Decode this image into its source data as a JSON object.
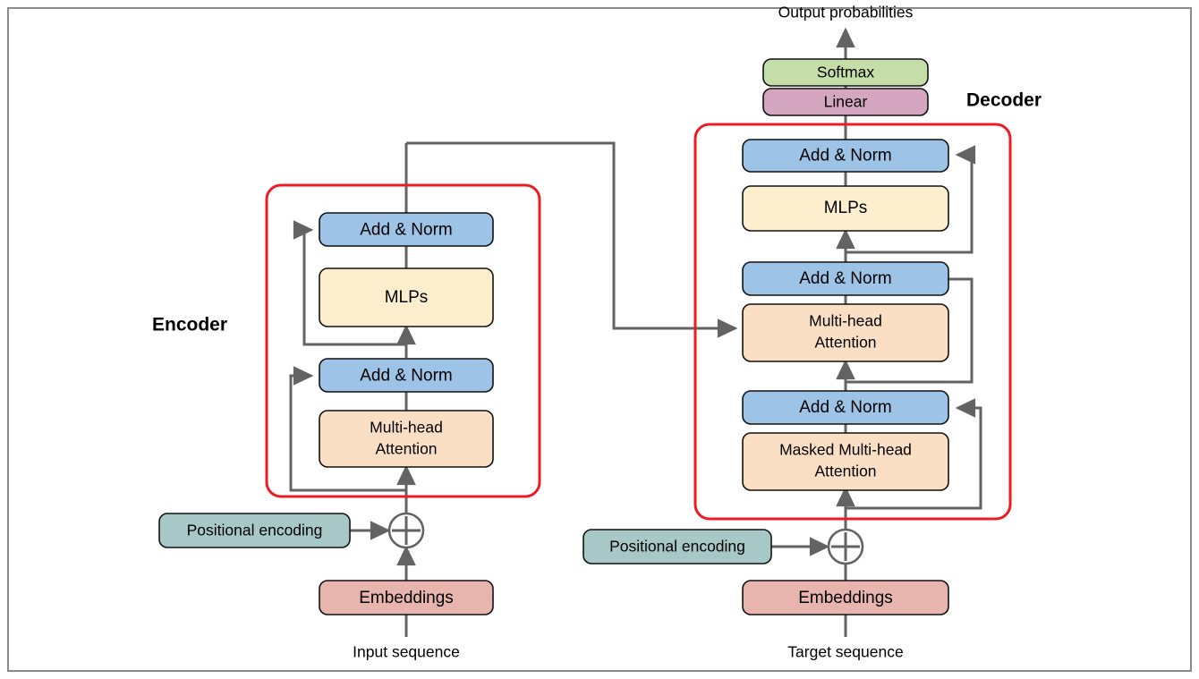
{
  "figure": {
    "title": "Transformer encoder-decoder architecture diagram",
    "background": "#ffffff",
    "frame_color": "#8a8a8a"
  },
  "colors": {
    "add_norm": "#9DC3E6",
    "mlp": "#FDEFCE",
    "attention": "#FADFC5",
    "softmax": "#C5DDA8",
    "linear": "#D4A6C0",
    "positional": "#A8C8C8",
    "embeddings": "#E8B4AE",
    "group_border": "#ED1C24",
    "wire": "#636363",
    "box_border": "#111111",
    "text": "#000000"
  },
  "groups": {
    "encoder": {
      "label": "Encoder"
    },
    "decoder": {
      "label": "Decoder"
    }
  },
  "output": {
    "probabilities_label": "Output probabilities",
    "softmax_label": "Softmax",
    "linear_label": "Linear"
  },
  "encoder": {
    "blocks": [
      {
        "id": "enc-add-norm-2",
        "label": "Add & Norm",
        "type": "add-norm"
      },
      {
        "id": "enc-mlps",
        "label": "MLPs",
        "type": "mlp"
      },
      {
        "id": "enc-add-norm-1",
        "label": "Add & Norm",
        "type": "add-norm"
      },
      {
        "id": "enc-attention",
        "label": "Multi-head\nAttention",
        "line1": "Multi-head",
        "line2": "Attention",
        "type": "attention"
      }
    ],
    "positional_label": "Positional encoding",
    "embeddings_label": "Embeddings",
    "input_label": "Input sequence",
    "sum_symbol": "+"
  },
  "decoder": {
    "blocks": [
      {
        "id": "dec-add-norm-3",
        "label": "Add & Norm",
        "type": "add-norm"
      },
      {
        "id": "dec-mlps",
        "label": "MLPs",
        "type": "mlp"
      },
      {
        "id": "dec-add-norm-2",
        "label": "Add & Norm",
        "type": "add-norm"
      },
      {
        "id": "dec-cross-attention",
        "label": "Multi-head\nAttention",
        "line1": "Multi-head",
        "line2": "Attention",
        "type": "attention"
      },
      {
        "id": "dec-add-norm-1",
        "label": "Add & Norm",
        "type": "add-norm"
      },
      {
        "id": "dec-masked-attention",
        "label": "Masked Multi-head\nAttention",
        "line1": "Masked Multi-head",
        "line2": "Attention",
        "type": "attention"
      }
    ],
    "positional_label": "Positional encoding",
    "embeddings_label": "Embeddings",
    "input_label": "Target sequence",
    "sum_symbol": "+"
  }
}
